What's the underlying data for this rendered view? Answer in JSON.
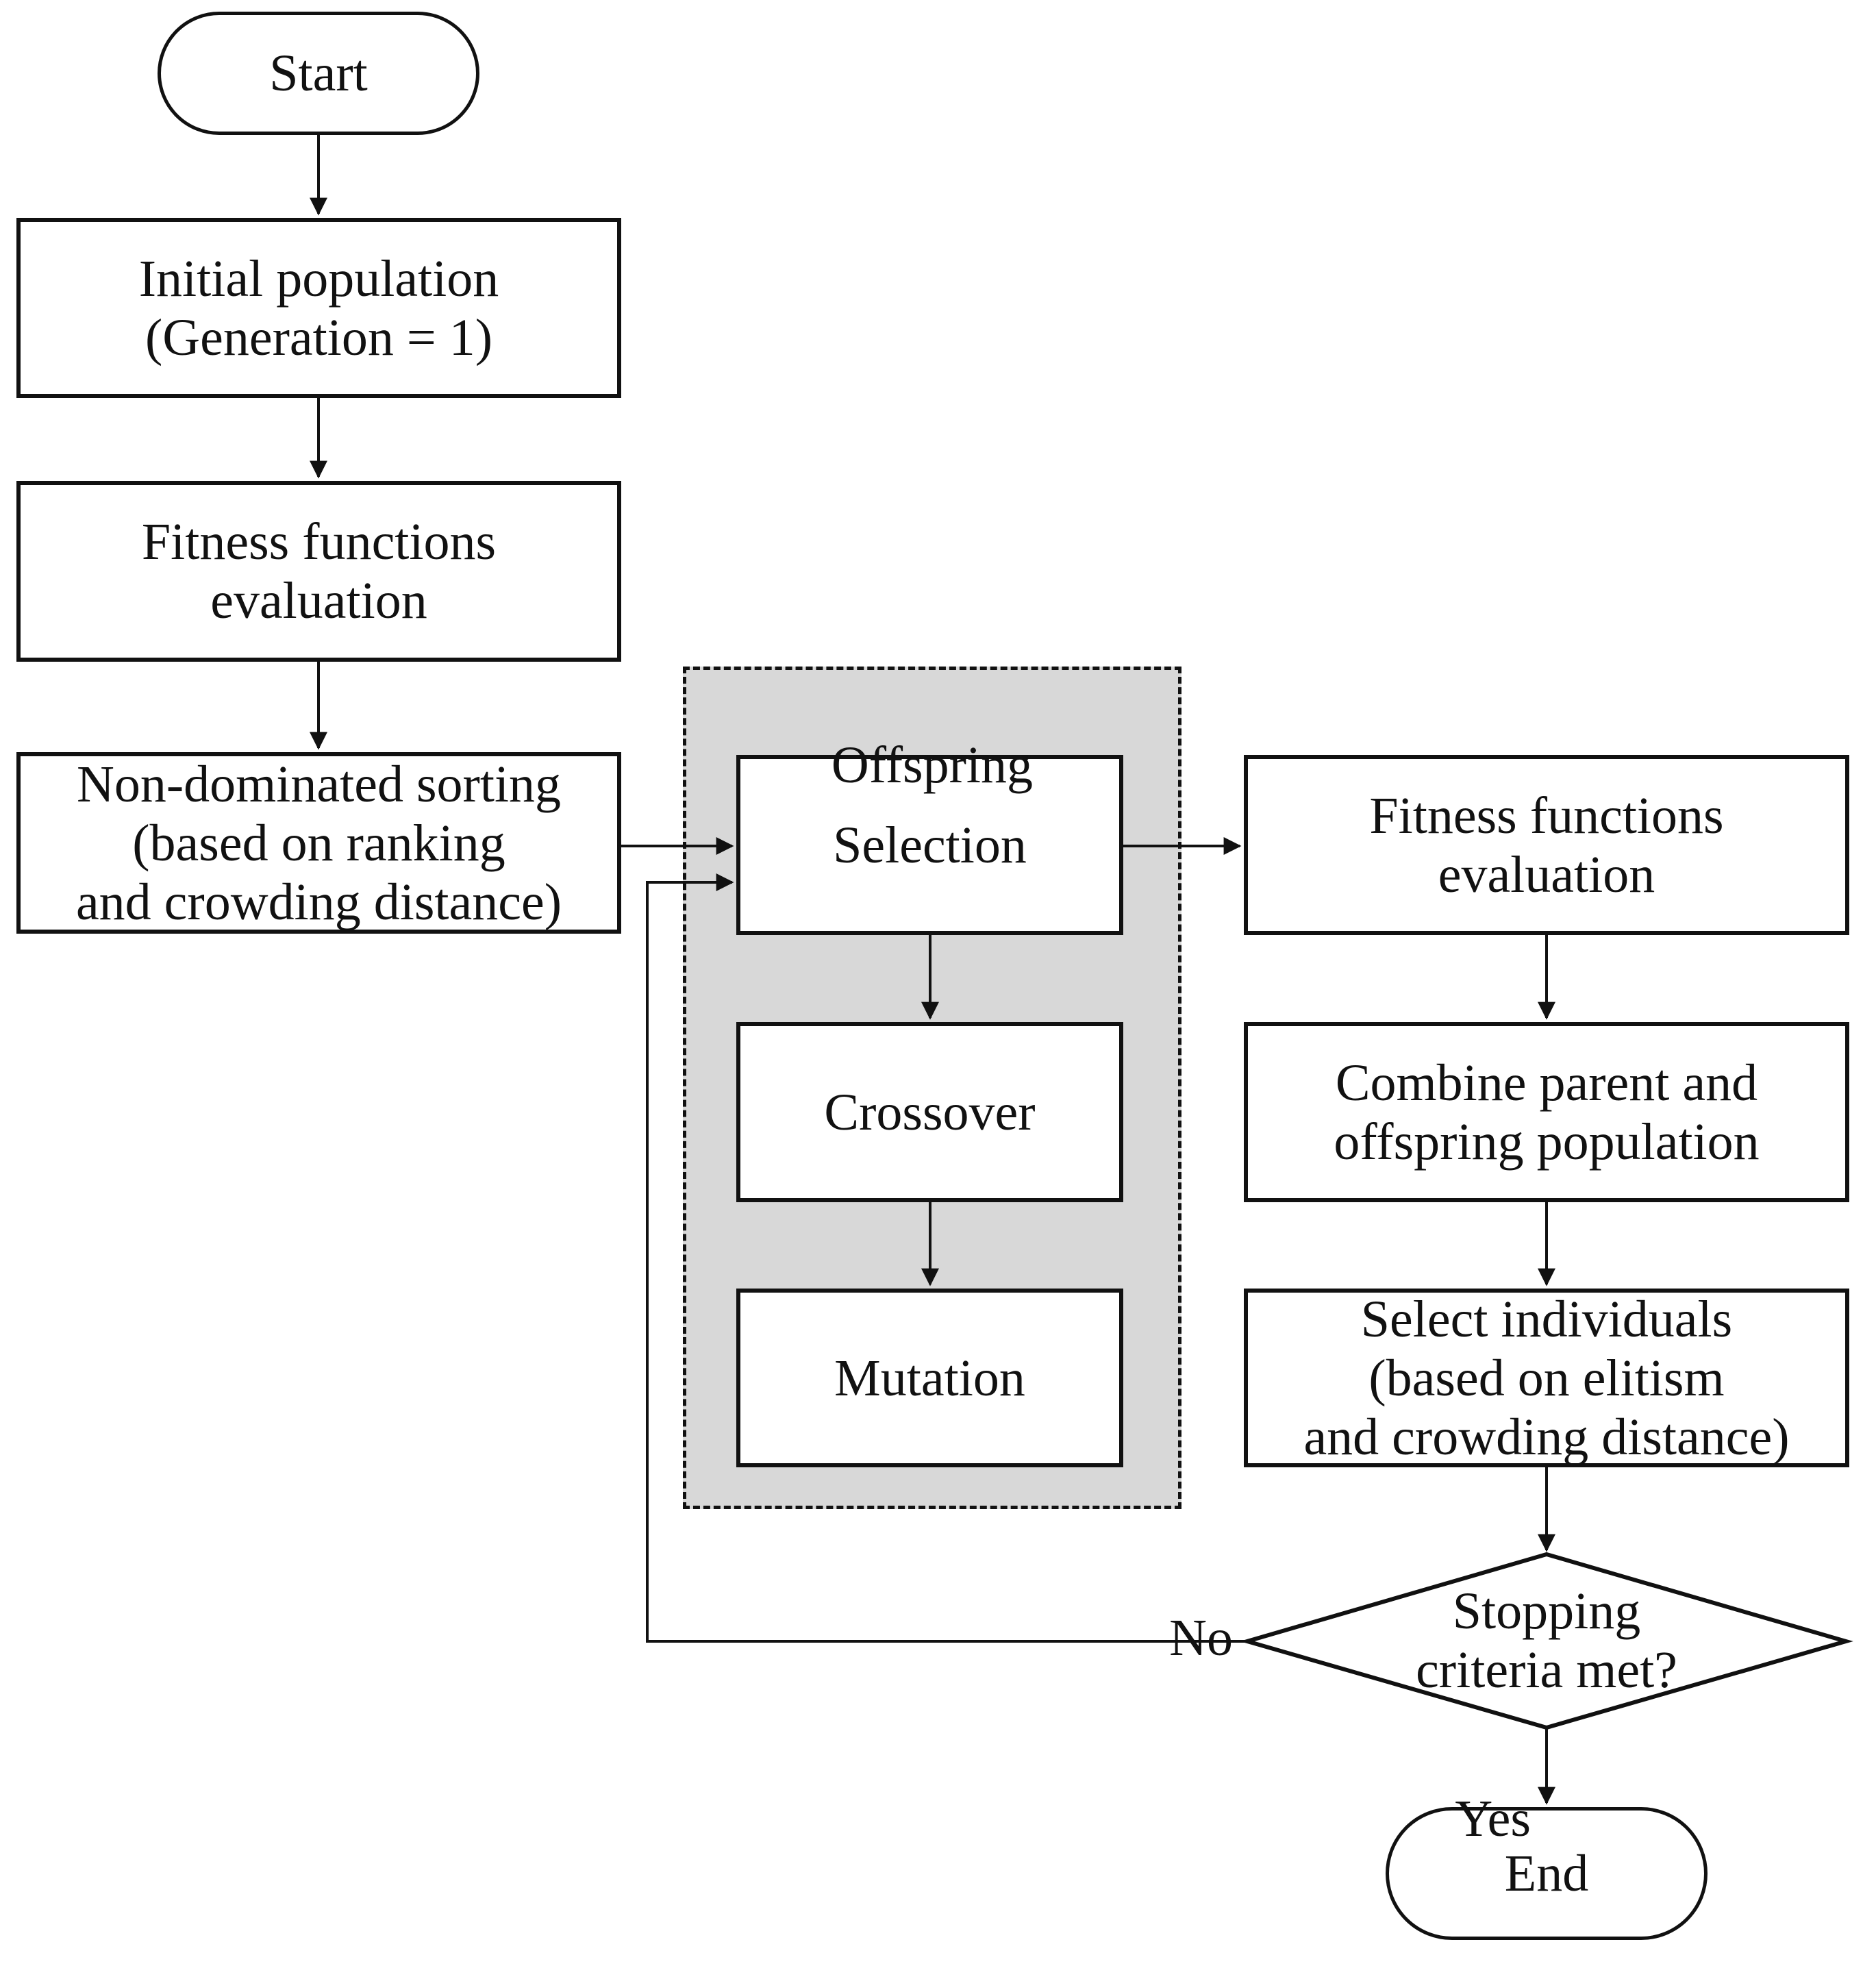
{
  "colors": {
    "line": "#111111",
    "text": "#111111",
    "box_fill": "#ffffff",
    "offspring_fill": "#d8d8d8",
    "figure_background": "#ffffff"
  },
  "nodes": {
    "start": "Start",
    "initial_population": "Initial population\n(Generation = 1)",
    "fitness_evaluation_1": "Fitness functions\nevaluation",
    "non_dominated_sorting": "Non-dominated sorting\n(based on ranking\nand crowding distance)",
    "offspring_group": "Offspring",
    "selection": "Selection",
    "crossover": "Crossover",
    "mutation": "Mutation",
    "fitness_evaluation_2": "Fitness functions\nevaluation",
    "combine_population": "Combine parent and\noffspring population",
    "select_individuals": "Select individuals\n(based on elitism\nand crowding distance)",
    "stopping_criteria": "Stopping\ncriteria met?",
    "end": "End"
  },
  "edge_labels": {
    "no": "No",
    "yes": "Yes"
  }
}
